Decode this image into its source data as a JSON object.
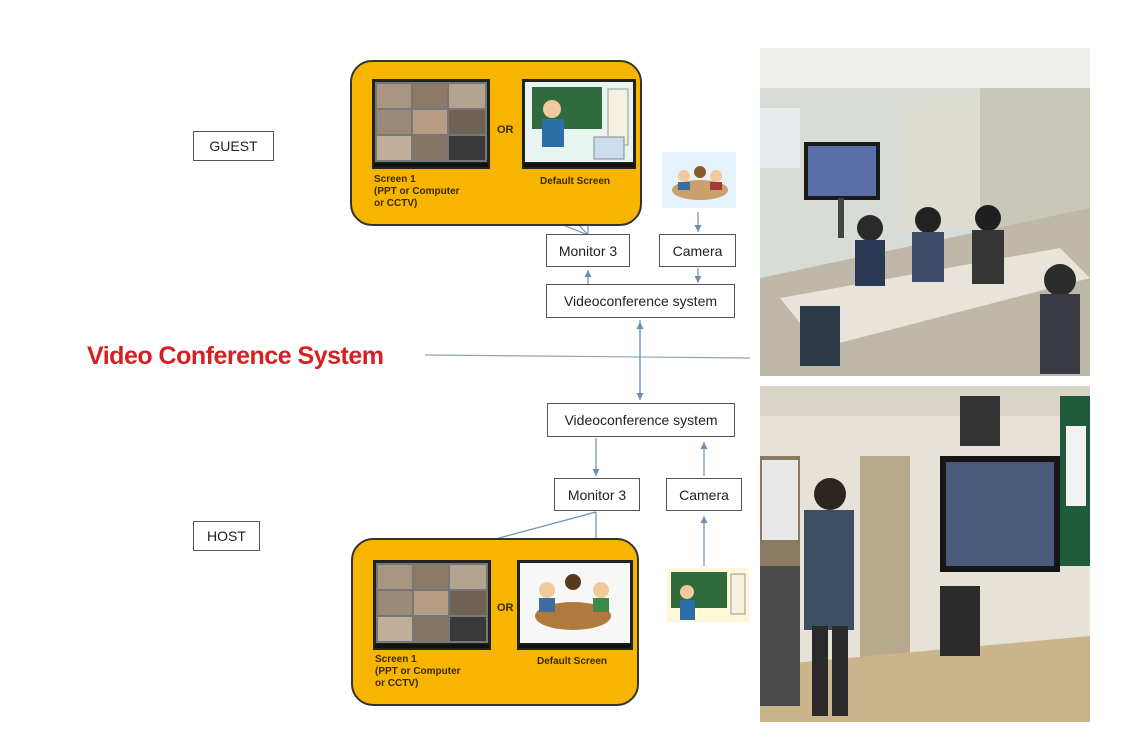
{
  "title": "Video Conference System",
  "guest": {
    "role": "GUEST",
    "screen1": [
      "Screen 1",
      "(PPT or Computer",
      "or CCTV)"
    ],
    "or": "OR",
    "default_screen": "Default Screen",
    "monitor": "Monitor 3",
    "camera": "Camera",
    "system": "Videoconference system"
  },
  "host": {
    "role": "HOST",
    "screen1": [
      "Screen 1",
      "(PPT or Computer",
      "or CCTV)"
    ],
    "or": "OR",
    "default_screen": "Default Screen",
    "monitor": "Monitor 3",
    "camera": "Camera",
    "system": "Videoconference system"
  },
  "colors": {
    "panel": "#f7b500",
    "title": "#d42020",
    "arrow": "#6b8fb0"
  }
}
